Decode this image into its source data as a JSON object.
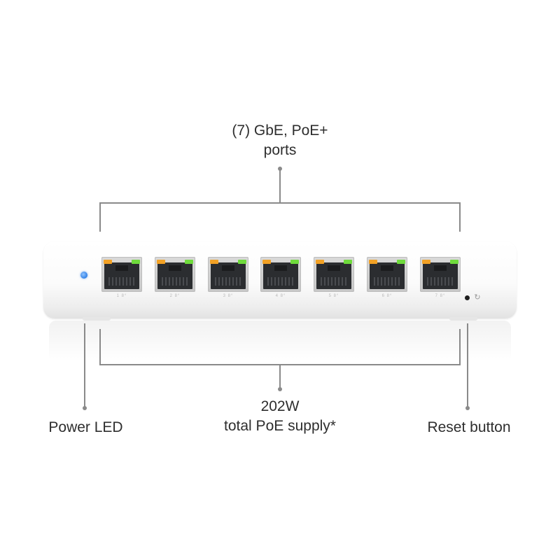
{
  "callouts": {
    "ports": {
      "line1": "(7) GbE, PoE+",
      "line2": "ports"
    },
    "poe": {
      "line1": "202W",
      "line2": "total PoE supply*"
    },
    "power_led": {
      "label": "Power LED"
    },
    "reset": {
      "label": "Reset button"
    }
  },
  "device": {
    "ports": [
      {
        "label": "1 8°"
      },
      {
        "label": "2 8°"
      },
      {
        "label": "3 8°"
      },
      {
        "label": "4 8°"
      },
      {
        "label": "5 8°"
      },
      {
        "label": "6 8°"
      },
      {
        "label": "7 8°"
      }
    ],
    "reset_icon": "↻",
    "colors": {
      "power_led": "#2f7fe6",
      "port_led_amber": "#f2a125",
      "port_led_green": "#6fdb3c",
      "callout_line": "#8a8a8a"
    }
  }
}
